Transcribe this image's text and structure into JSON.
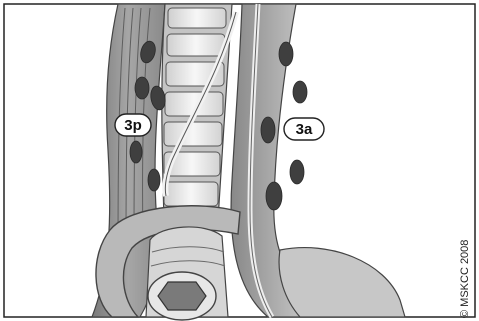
{
  "figure": {
    "labels": [
      {
        "id": "3p",
        "text": "3p"
      },
      {
        "id": "3a",
        "text": "3a"
      }
    ],
    "copyright": "© MSKCC 2008",
    "colors": {
      "background": "#ffffff",
      "tissue": "#9a9a9a",
      "tissue_dark": "#6e6e6e",
      "bone": "#ededed",
      "node": "#3f3f3f",
      "outline": "#333333"
    }
  }
}
